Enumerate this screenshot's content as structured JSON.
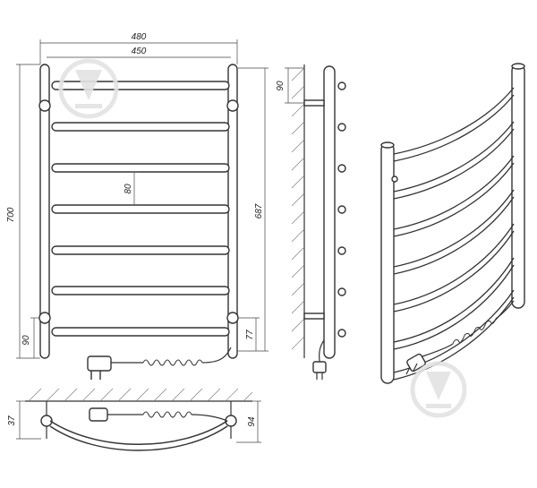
{
  "drawing": {
    "front_view": {
      "overall_width": "480",
      "rail_width": "450",
      "overall_height": "700",
      "rail_height": "687",
      "bar_spacing": "80",
      "bottom_mount": "90",
      "bottom_bar_offset": "77"
    },
    "side_view": {
      "top_mount": "90"
    },
    "top_view": {
      "wall_offset": "37",
      "depth": "94"
    },
    "colors": {
      "line": "#333333",
      "watermark": "#e3e3e3"
    },
    "icons": [
      "watermark-logo-icon",
      "plug-icon",
      "spiral-cable-icon"
    ]
  }
}
